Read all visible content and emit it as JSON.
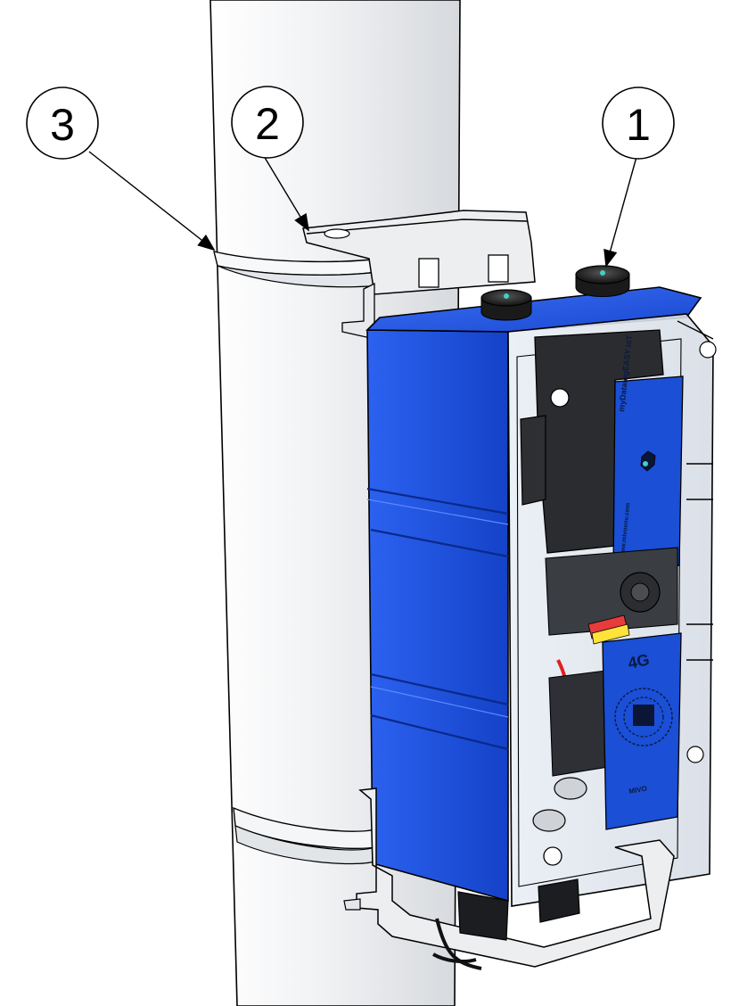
{
  "callouts": [
    {
      "id": "1",
      "label": "1"
    },
    {
      "id": "2",
      "label": "2"
    },
    {
      "id": "3",
      "label": "3"
    }
  ],
  "device": {
    "brand_label": "myDatalogEASY IoT",
    "website_label": "www.mivoenv.com",
    "network_label": "4G",
    "badge_label": "MIVO"
  },
  "colors": {
    "enclosure_blue": "#1a4fd6",
    "enclosure_blue_dark": "#0e34a8",
    "pole": "#eef0f2",
    "metal": "#e6e8ea",
    "outline": "#000000"
  }
}
